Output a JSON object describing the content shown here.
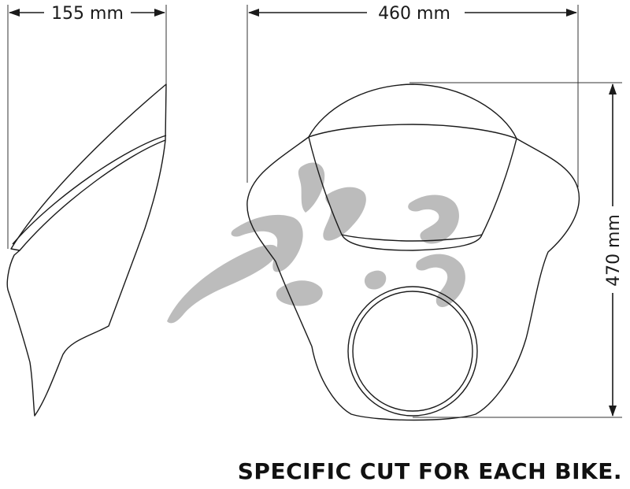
{
  "dimensions": {
    "depth": "155 mm",
    "width": "460 mm",
    "height": "470 mm"
  },
  "caption": "SPECIFIC CUT FOR EACH BIKE.",
  "colors": {
    "line": "#1a1a1a",
    "guide": "#333333",
    "watermark": "#bcbcbc"
  },
  "icons": {
    "watermark": "rider-on-motorcycle-logo"
  }
}
